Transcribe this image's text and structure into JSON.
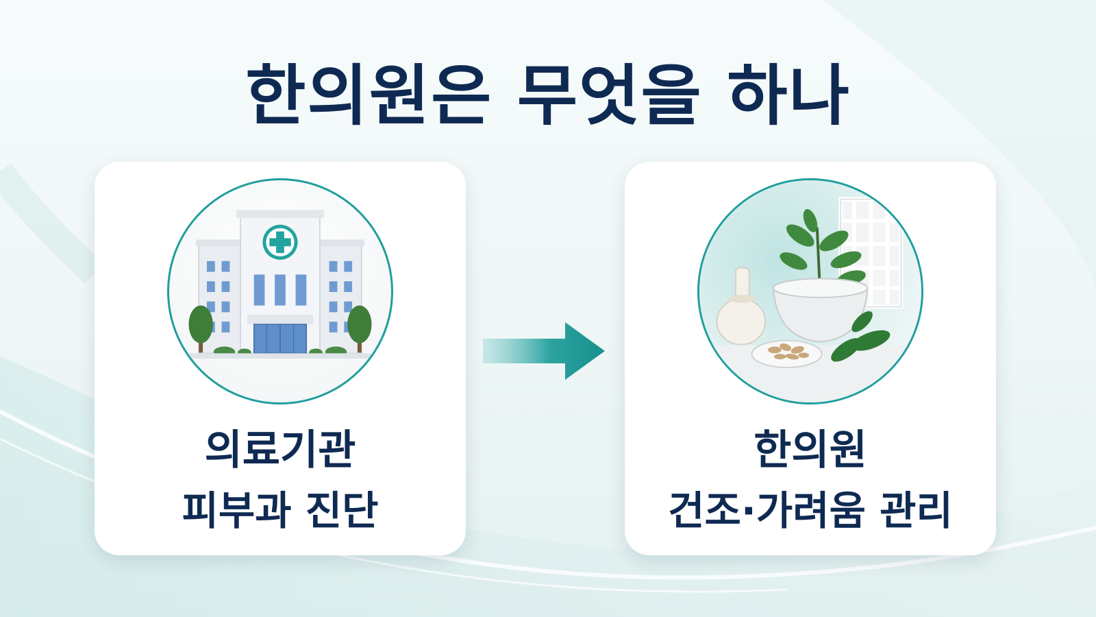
{
  "title": "한의원은 무엇을 하나",
  "colors": {
    "navy": "#0f2a52",
    "teal": "#1f9e9c",
    "background": "#eef6f6"
  },
  "left_card": {
    "icon": "hospital-icon",
    "line1": "의료기관",
    "line2": "피부과 진단"
  },
  "right_card": {
    "icon": "herbal-medicine-icon",
    "line1": "한의원",
    "line2": "건조·가려움 관리"
  },
  "arrow": {
    "icon": "arrow-right-icon"
  }
}
